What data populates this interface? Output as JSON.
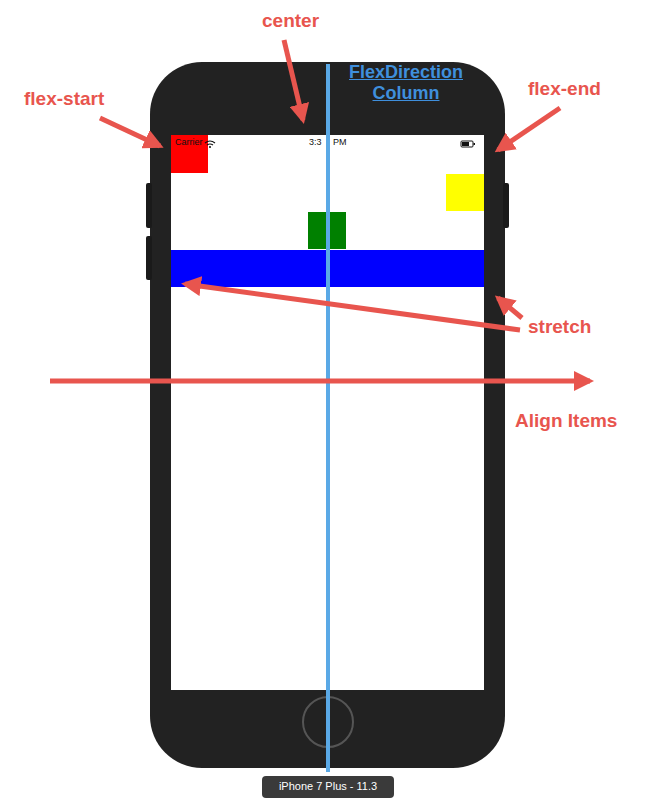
{
  "diagram": {
    "labels": [
      "center",
      "flex-start",
      "flex-end",
      "FlexDirection Column",
      "stretch",
      "Align Items",
      "Carrier",
      "3:3",
      "PM",
      "iPhone 7 Plus - 11.3"
    ]
  }
}
